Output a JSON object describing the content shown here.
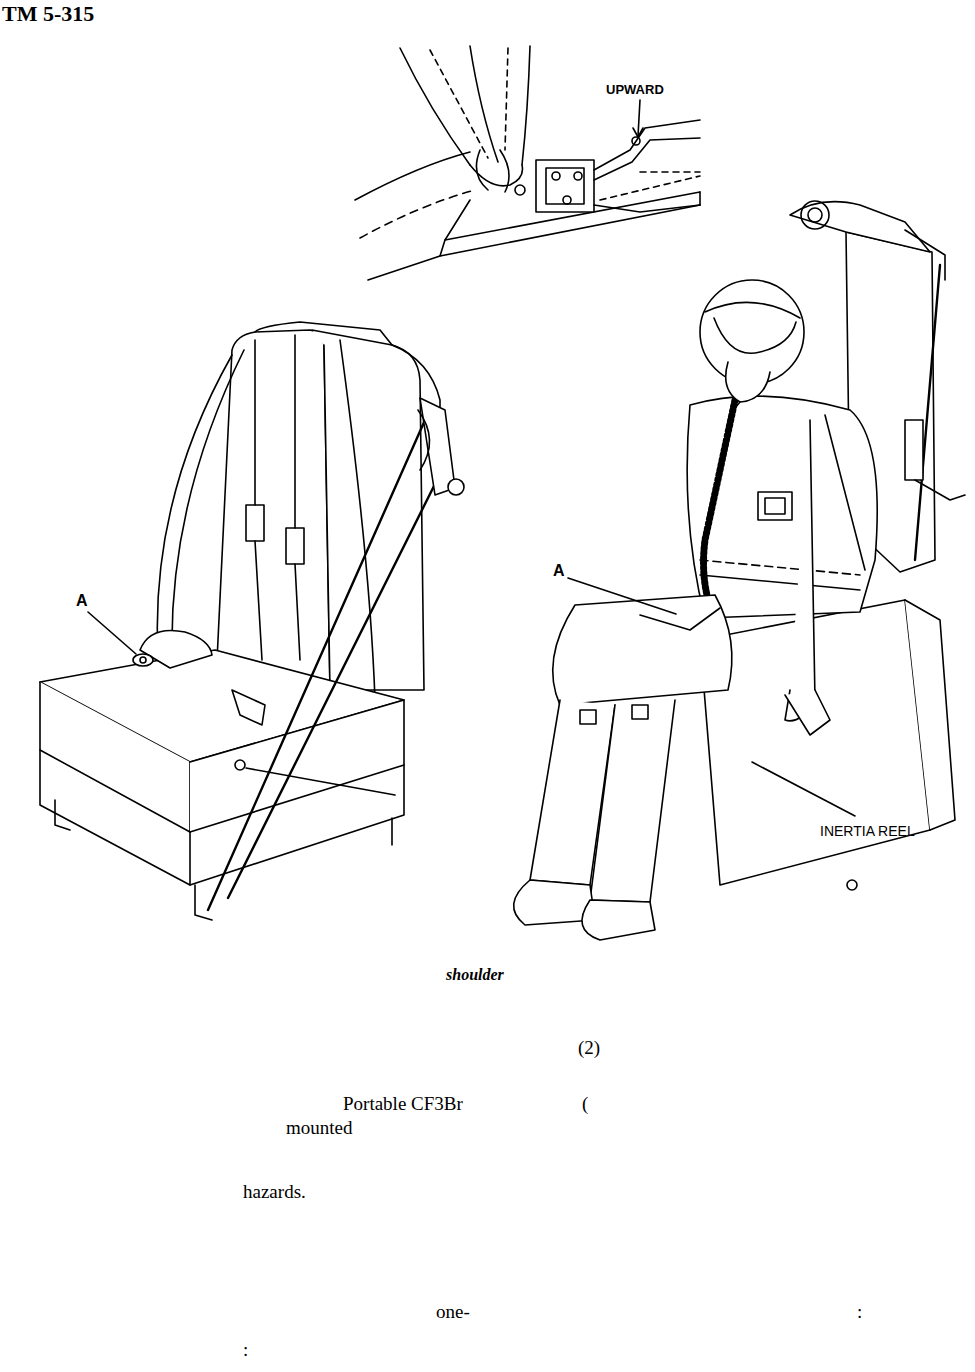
{
  "diagram": {
    "labels": [
      "TM 5-315",
      "UPWARD",
      "A",
      "A",
      "INERTIA REEL",
      "shoulder",
      "(2)",
      "Portable CF3Br",
      "(",
      "mounted",
      "hazards.",
      "one-",
      ":",
      ":"
    ]
  }
}
